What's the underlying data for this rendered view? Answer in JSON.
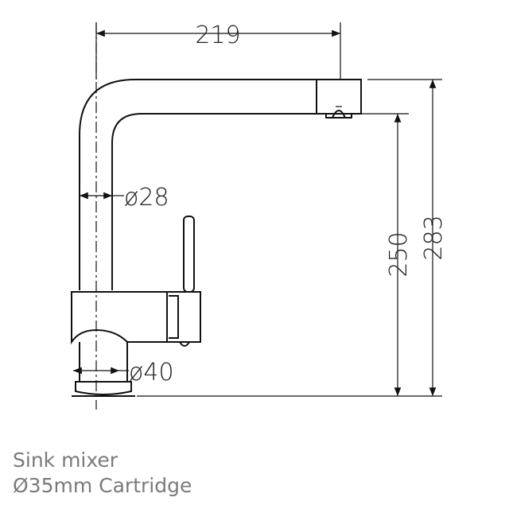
{
  "dimensions": {
    "spout_reach": "219",
    "total_height": "283",
    "spout_height": "250",
    "spout_diameter": "ø28",
    "base_diameter": "ø40"
  },
  "caption": {
    "line1": "Sink mixer",
    "line2": "Ø35mm Cartridge"
  }
}
